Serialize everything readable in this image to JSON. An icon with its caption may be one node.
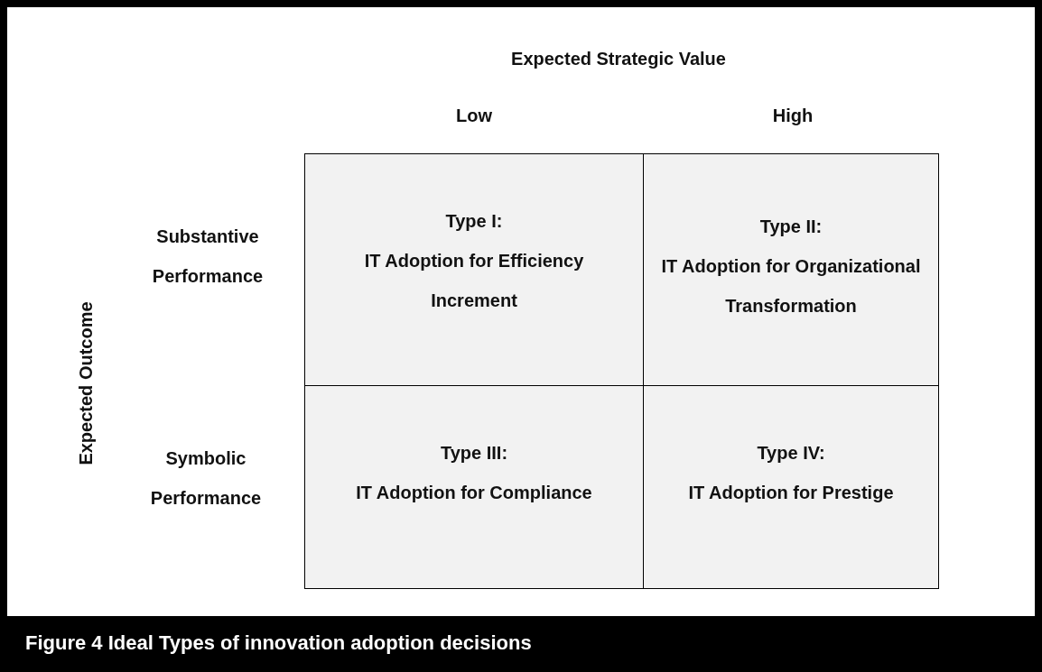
{
  "diagram": {
    "caption": "Figure 4 Ideal Types of innovation adoption decisions",
    "nodes": [
      {
        "text": [
          "Type I:",
          "IT Adoption for Efficiency Increment"
        ]
      },
      {
        "text": [
          "Type II:",
          "IT Adoption for Organizational Transformation"
        ]
      },
      {
        "text": [
          "Type III:",
          "IT Adoption for Compliance"
        ]
      },
      {
        "text": [
          "Type IV:",
          "IT Adoption for Prestige"
        ]
      }
    ],
    "labels": [
      "Expected Strategic Value",
      "Low",
      "High",
      "Substantive Performance",
      "Expected Outcome",
      "Symbolic Performance"
    ]
  }
}
